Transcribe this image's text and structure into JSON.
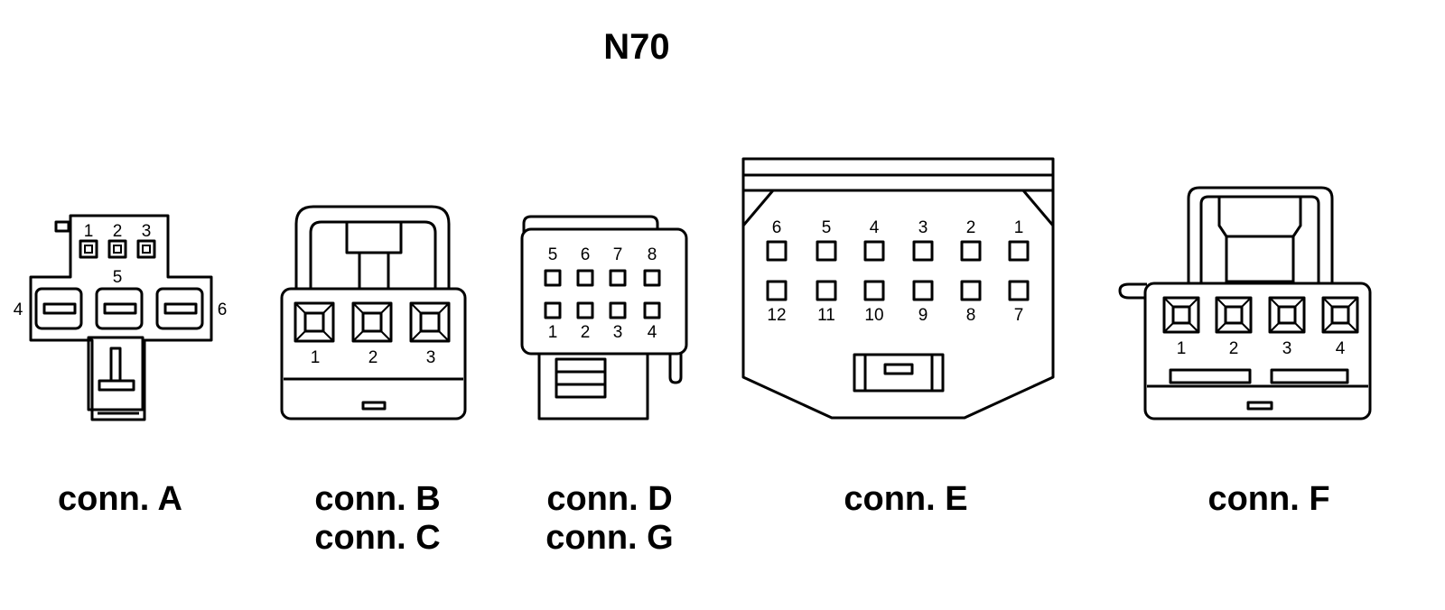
{
  "title": "N70",
  "connectors": {
    "a": {
      "captions": [
        "conn. A"
      ],
      "pins": [
        "1",
        "2",
        "3",
        "4",
        "5",
        "6"
      ]
    },
    "bc": {
      "captions": [
        "conn. B",
        "conn. C"
      ],
      "pins": [
        "1",
        "2",
        "3"
      ]
    },
    "dg": {
      "captions": [
        "conn. D",
        "conn. G"
      ],
      "pins": [
        "1",
        "2",
        "3",
        "4",
        "5",
        "6",
        "7",
        "8"
      ]
    },
    "e": {
      "captions": [
        "conn. E"
      ],
      "pins": [
        "1",
        "2",
        "3",
        "4",
        "5",
        "6",
        "7",
        "8",
        "9",
        "10",
        "11",
        "12"
      ]
    },
    "f": {
      "captions": [
        "conn. F"
      ],
      "pins": [
        "1",
        "2",
        "3",
        "4"
      ]
    }
  }
}
